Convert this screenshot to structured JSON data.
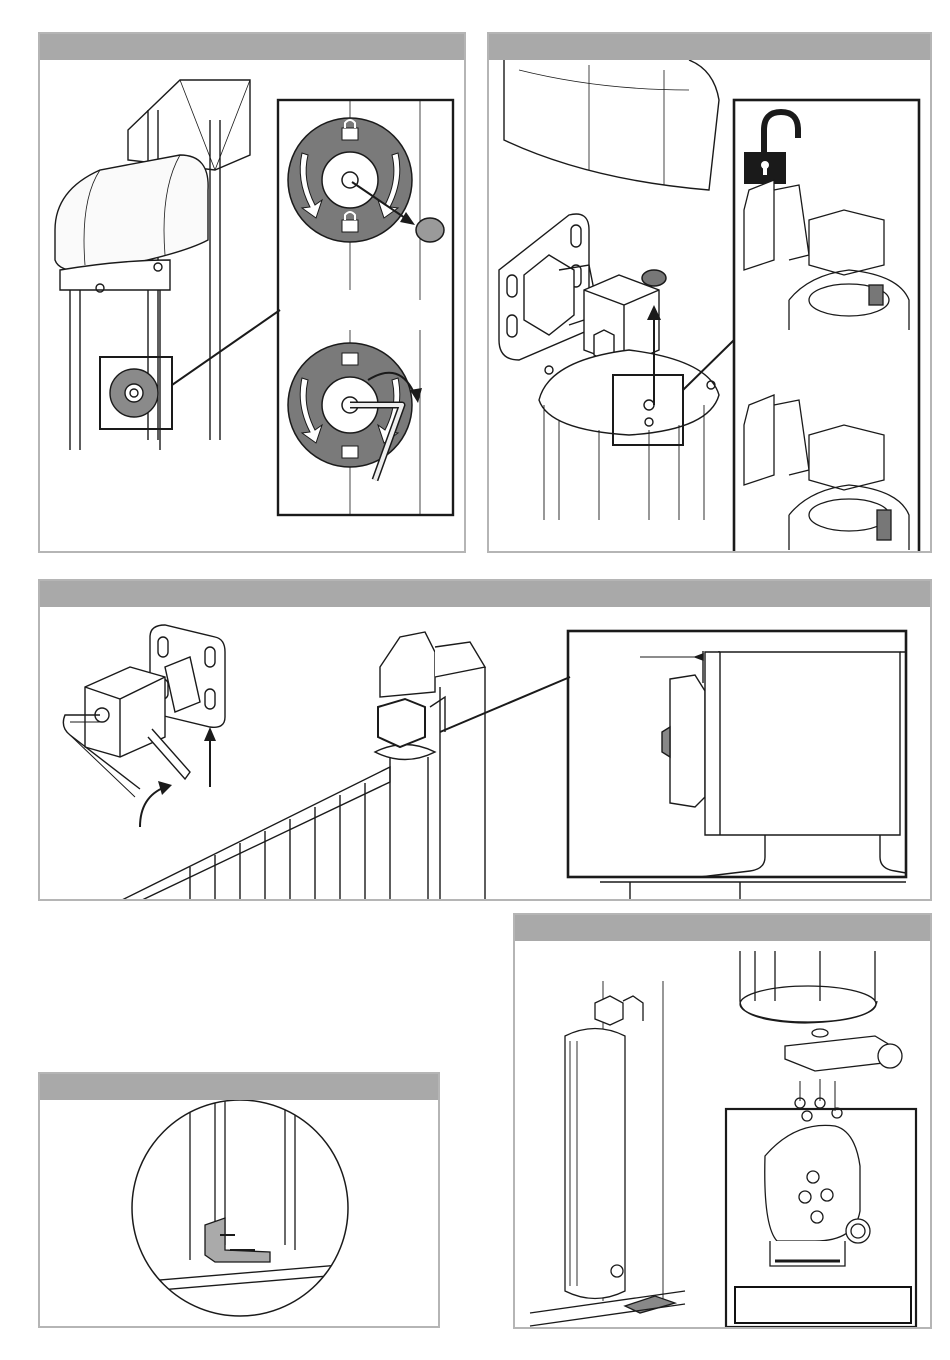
{
  "document": {
    "panels": [
      {
        "id": "unlock-cap-panel",
        "header_text": ""
      },
      {
        "id": "unlock-screw-panel",
        "header_text": ""
      },
      {
        "id": "adjust-clearance-panel",
        "header_text": ""
      },
      {
        "id": "ground-bracket-panel",
        "header_text": ""
      },
      {
        "id": "base-mount-panel",
        "header_text": ""
      }
    ],
    "base_mount": {
      "label_box_text": ""
    },
    "icons": {
      "lock": "lock-icon",
      "open_padlock": "open-padlock-icon",
      "allen_key": "allen-key-icon",
      "rotation_arrow": "rotation-arrow-icon"
    },
    "colors": {
      "panel_header": "#a9a9a9",
      "panel_border": "#b5b5b5",
      "line_art": "#1a1a1a",
      "disc_fill": "#7a7a7a",
      "cap_fill": "#9a9a9a"
    }
  }
}
